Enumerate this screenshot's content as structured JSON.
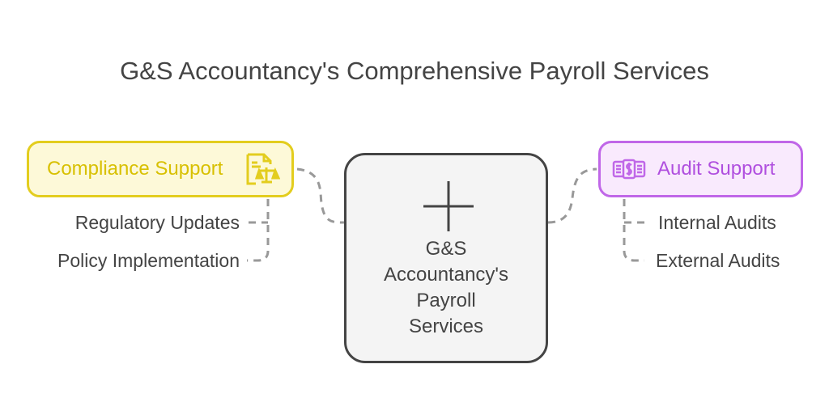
{
  "title": "G&S Accountancy's Comprehensive Payroll Services",
  "center": {
    "line1": "G&S",
    "line2": "Accountancy's",
    "line3": "Payroll",
    "line4": "Services",
    "icon": "plus-icon"
  },
  "left": {
    "label": "Compliance Support",
    "icon": "document-scales-icon",
    "color": "#e3cd1e",
    "items": [
      "Regulatory Updates",
      "Policy Implementation"
    ]
  },
  "right": {
    "label": "Audit Support",
    "icon": "money-stack-icon",
    "color": "#c067e8",
    "items": [
      "Internal Audits",
      "External Audits"
    ]
  }
}
